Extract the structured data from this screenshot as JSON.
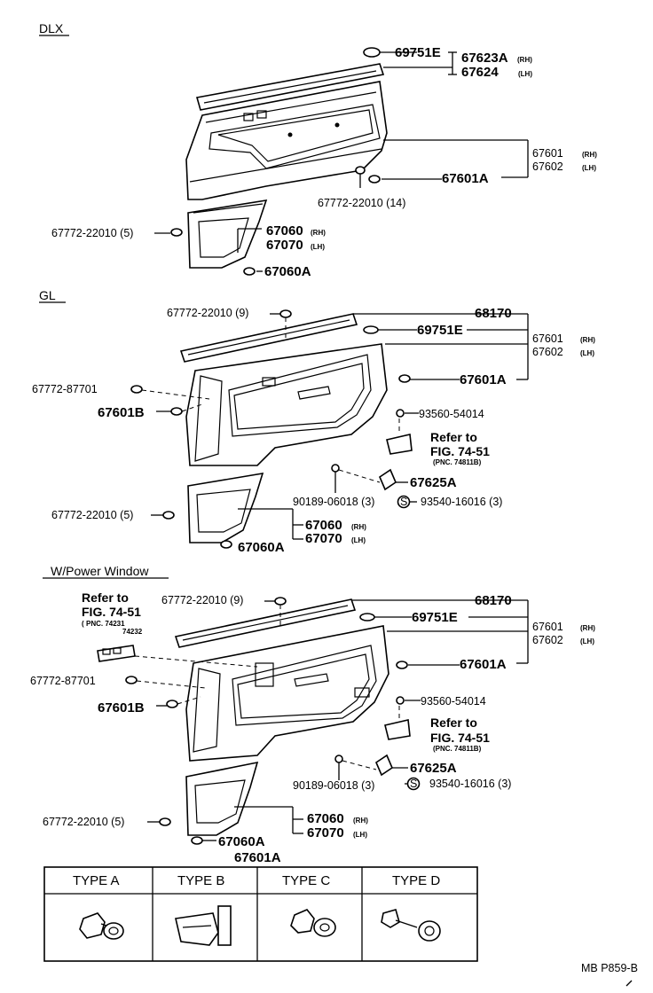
{
  "sections": {
    "dlx": "DLX",
    "gl": "GL",
    "power": "W/Power Window"
  },
  "dlx": {
    "p69751E": "69751E",
    "p67623A": "67623A",
    "p67623A_side": "(RH)",
    "p67624": "67624",
    "p67624_side": "(LH)",
    "p67601": "67601",
    "p67601_side": "(RH)",
    "p67602": "67602",
    "p67602_side": "(LH)",
    "p67601A": "67601A",
    "p67772_14": "67772-22010 (14)",
    "p67772_5": "67772-22010 (5)",
    "p67060": "67060",
    "p67060_side": "(RH)",
    "p67070": "67070",
    "p67070_side": "(LH)",
    "p67060A": "67060A"
  },
  "gl": {
    "p67772_9": "67772-22010 (9)",
    "p68170": "68170",
    "p69751E": "69751E",
    "p67601": "67601",
    "p67601_side": "(RH)",
    "p67602": "67602",
    "p67602_side": "(LH)",
    "p67601A": "67601A",
    "p87701": "67772-87701",
    "p67601B": "67601B",
    "p93560": "93560-54014",
    "refer": "Refer to",
    "fig": "FIG. 74-51",
    "pnc": "(PNC. 74811B)",
    "p67625A": "67625A",
    "p90189": "90189-06018 (3)",
    "s_mark": "S",
    "p93540": "93540-16016 (3)",
    "p67772_5": "67772-22010 (5)",
    "p67060": "67060",
    "p67060_side": "(RH)",
    "p67070": "67070",
    "p67070_side": "(LH)",
    "p67060A": "67060A"
  },
  "power": {
    "refer_left": "Refer to",
    "fig_left": "FIG. 74-51",
    "pnc_left_1": "PNC. 74231",
    "pnc_left_2": "74232",
    "p67772_9": "67772-22010 (9)",
    "p68170": "68170",
    "p69751E": "69751E",
    "p67601": "67601",
    "p67601_side": "(RH)",
    "p67602": "67602",
    "p67602_side": "(LH)",
    "p67601A": "67601A",
    "p87701": "67772-87701",
    "p67601B": "67601B",
    "p93560": "93560-54014",
    "refer": "Refer to",
    "fig": "FIG. 74-51",
    "pnc": "(PNC. 74811B)",
    "p67625A": "67625A",
    "p90189": "90189-06018 (3)",
    "s_mark": "S",
    "p93540": "93540-16016 (3)",
    "p67772_5": "67772-22010 (5)",
    "p67060": "67060",
    "p67060_side": "(RH)",
    "p67070": "67070",
    "p67070_side": "(LH)",
    "p67060A": "67060A",
    "p67601A_bottom": "67601A"
  },
  "types": [
    "TYPE A",
    "TYPE B",
    "TYPE C",
    "TYPE D"
  ],
  "footer_code": "MB P859-B"
}
